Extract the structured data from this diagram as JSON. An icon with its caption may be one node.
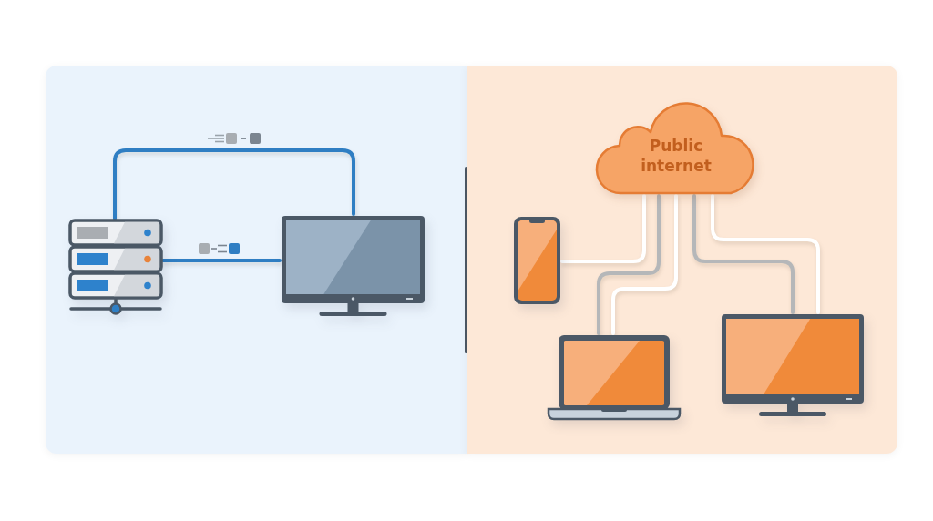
{
  "diagram": {
    "nodes": [
      {
        "text": [],
        "shape": "picture"
      },
      {
        "text": [],
        "shape": "picture"
      },
      {
        "text": [
          "Public internet"
        ]
      },
      {
        "text": [],
        "shape": "picture"
      },
      {
        "text": [],
        "shape": "picture"
      },
      {
        "text": [],
        "shape": "picture"
      }
    ],
    "edges": [
      {
        "from": 0,
        "to": 1,
        "arrow": "none",
        "color": "#2f7ec3"
      },
      {
        "from": 0,
        "to": 1,
        "arrow": "none",
        "color": "#2f7ec3"
      },
      {
        "from": 2,
        "to": 3,
        "arrow": "none"
      },
      {
        "from": 2,
        "to": 4,
        "arrow": "none",
        "color": "#b5b7b9"
      },
      {
        "from": 2,
        "to": 4,
        "arrow": "none"
      },
      {
        "from": 2,
        "to": 5,
        "arrow": "none",
        "color": "#b5b7b9"
      },
      {
        "from": 2,
        "to": 5,
        "arrow": "none"
      }
    ]
  }
}
